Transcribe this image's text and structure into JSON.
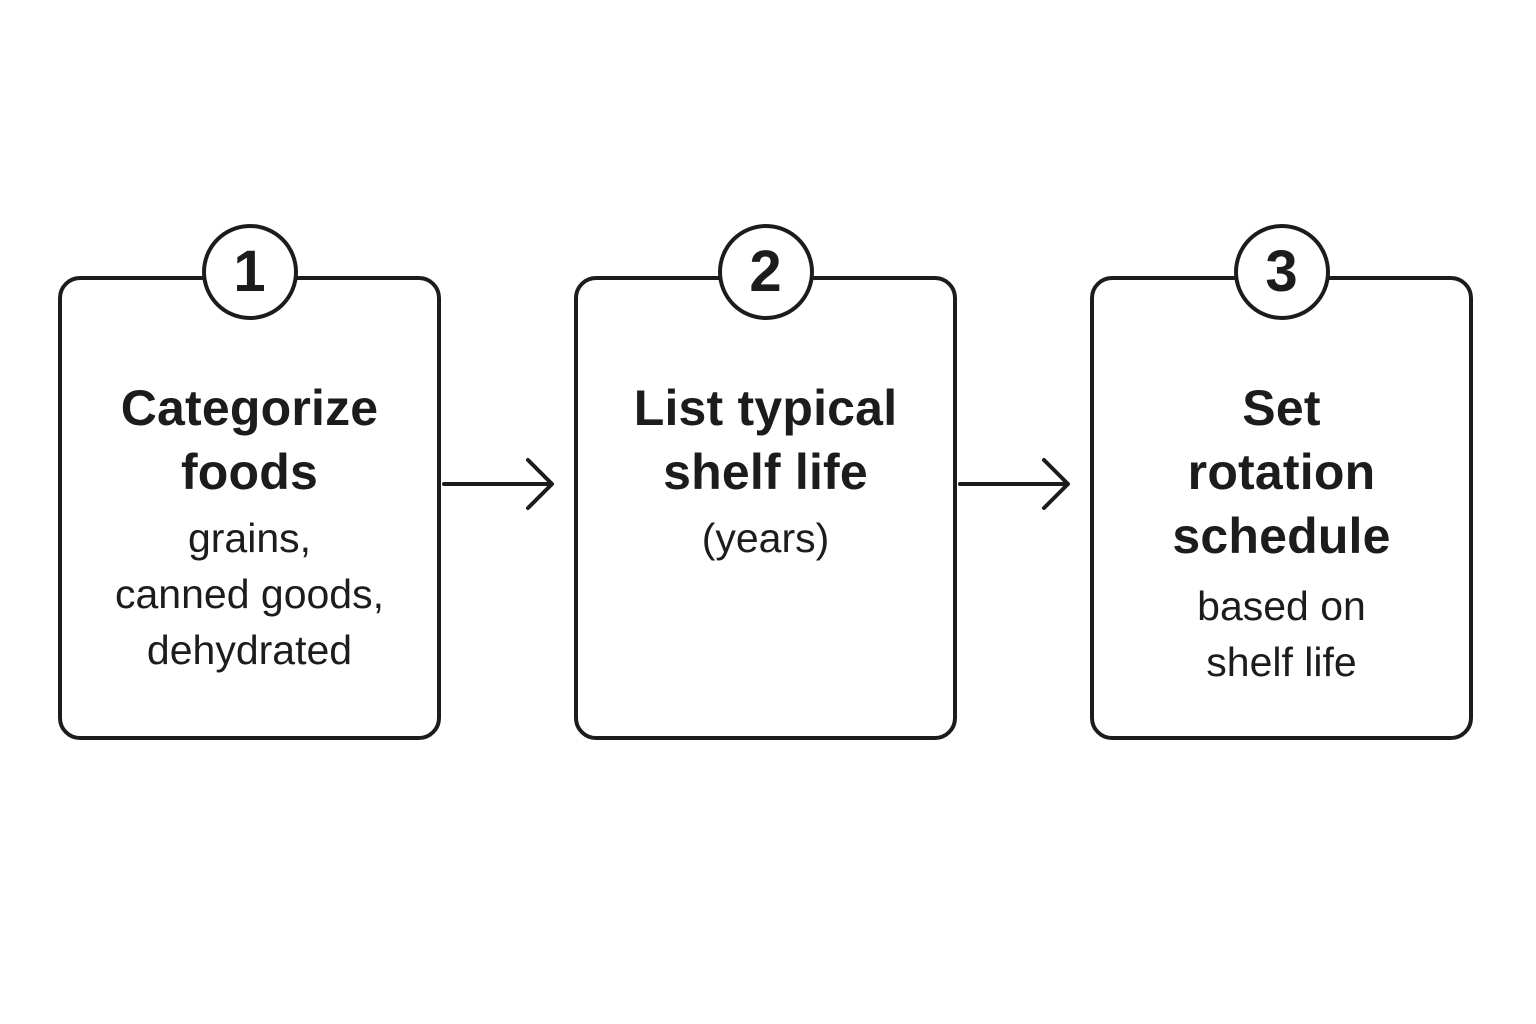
{
  "steps": [
    {
      "number": "1",
      "title_lines": [
        "Categorize",
        "foods"
      ],
      "desc_lines": [
        "grains,",
        "canned goods,",
        "dehydrated"
      ]
    },
    {
      "number": "2",
      "title_lines": [
        "List typical",
        "shelf life"
      ],
      "desc_lines": [
        "(years)"
      ]
    },
    {
      "number": "3",
      "title_lines": [
        "Set",
        "rotation",
        "schedule"
      ],
      "desc_lines": [
        "based on",
        "shelf life"
      ]
    }
  ],
  "connectors": [
    {
      "from": "1",
      "to": "2",
      "icon": "arrow-right-icon"
    },
    {
      "from": "2",
      "to": "3",
      "icon": "arrow-right-icon"
    }
  ],
  "colors": {
    "stroke": "#1c1c1c",
    "background": "#ffffff"
  }
}
